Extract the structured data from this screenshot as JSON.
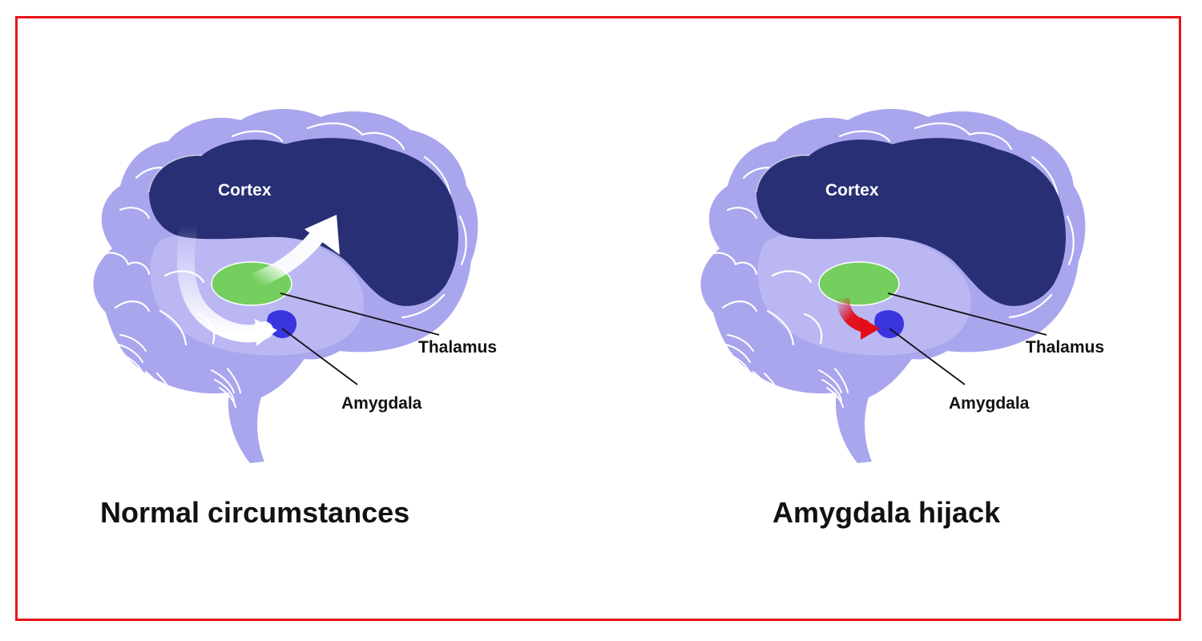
{
  "panels": [
    {
      "caption": "Normal circumstances",
      "labels": {
        "cortex": "Cortex",
        "thalamus": "Thalamus",
        "amygdala": "Amygdala"
      },
      "pathway": "thalamus-to-cortex"
    },
    {
      "caption": "Amygdala hijack",
      "labels": {
        "cortex": "Cortex",
        "thalamus": "Thalamus",
        "amygdala": "Amygdala"
      },
      "pathway": "thalamus-to-amygdala"
    }
  ],
  "colors": {
    "frame_border": "#e8141a",
    "brain_outer": "#a9a6ee",
    "brain_inner": "#b9b6f2",
    "cortex": "#282f74",
    "thalamus": "#74cf5e",
    "amygdala": "#3b35e0",
    "normal_arrow": "#ffffff",
    "hijack_arrow": "#e30d18"
  },
  "icons": {
    "brain": "brain-sagittal-icon",
    "normal_arrow": "curved-arrow-up-icon",
    "hijack_arrow": "curved-arrow-down-icon"
  }
}
